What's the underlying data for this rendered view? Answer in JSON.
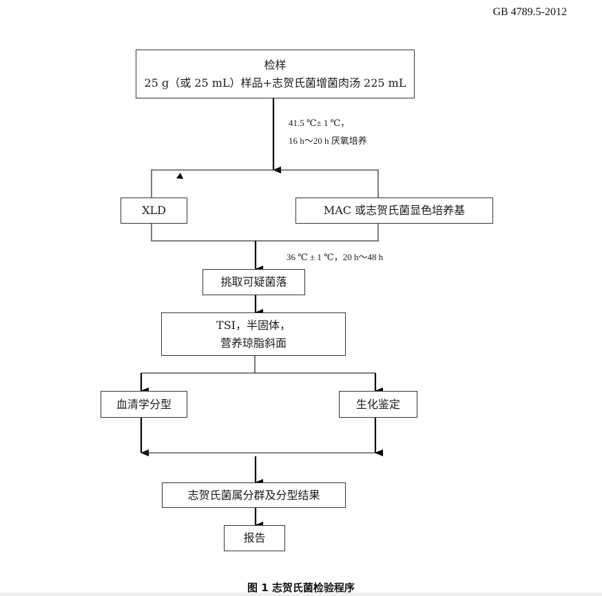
{
  "header": {
    "standard_id": "GB 4789.5-2012"
  },
  "flowchart": {
    "sample_box": {
      "line1": "检样",
      "line2": "25 g（或 25 mL）样品+志贺氏菌增菌肉汤 225 mL"
    },
    "enrichment_condition": {
      "line1": "41.5 ℃± 1 ℃，",
      "line2": "16 h～20 h 厌氧培养"
    },
    "xld_box": {
      "label": "XLD"
    },
    "mac_box": {
      "label": "MAC 或志贺氏菌显色培养基"
    },
    "plate_condition": {
      "text": "36 ℃ ± 1 ℃，20 h～48 h"
    },
    "pick_box": {
      "label": "挑取可疑菌落"
    },
    "tsi_box": {
      "line1": "TSI，半固体，",
      "line2": "营养琼脂斜面"
    },
    "serotype_box": {
      "label": "血清学分型"
    },
    "biochem_box": {
      "label": "生化鉴定"
    },
    "result_box": {
      "label": "志贺氏菌属分群及分型结果"
    },
    "report_box": {
      "label": "报告"
    }
  },
  "caption": {
    "text": "图 1 志贺氏菌检验程序"
  },
  "colors": {
    "line": "#000000",
    "box_border": "#333333",
    "footer_bar": "#efefef"
  }
}
